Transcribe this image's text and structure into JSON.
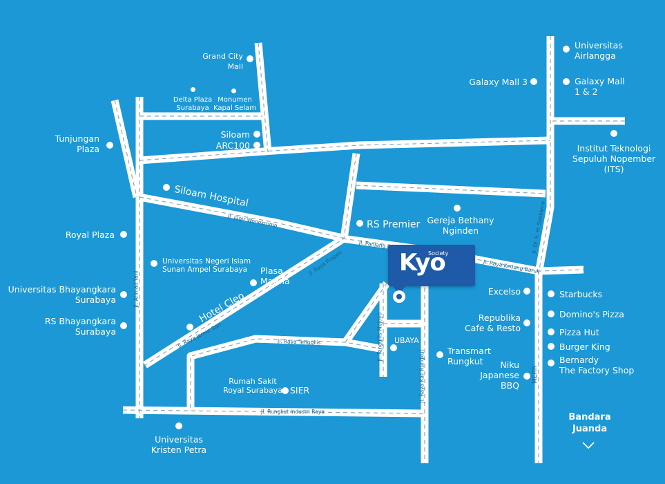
{
  "map_title": "",
  "brand": {
    "name": "Kyo",
    "tag": "Society",
    "color": "#1f5aa8"
  },
  "colors": {
    "background": "#1b98d5",
    "road": "#ffffff",
    "road_dash": "#9fb6c4"
  },
  "streets": {
    "jagir": "Jl. Jagir Wonokromo",
    "panjang": "Jl. Panjang Jiwo",
    "prapen": "Jl. Raya Prapen",
    "kedung": "Jl. Raya Kedung Baruk",
    "soekarno": "Jl. Dr. Ir. H. Soekarno",
    "ayani": "Jl. Ahmad Yani",
    "jemur": "Jl. Raya Jemur Sari",
    "tenggilis": "Jl. Raya Tenggilis",
    "tenggilis_mejoyo": "Jl. Tenggilis Mejoyo",
    "kali_rungkut": "Jl. Raya Kali Rungkut",
    "rungkut_industri": "Jl. Rungkut Industri Raya",
    "merr": "MERR"
  },
  "places": {
    "grand_city": "Grand City\nMall",
    "delta_plaza": "Delta Plaza\nSurabaya",
    "monumen": "Monumen\nKapal Selam",
    "siloam": "Siloam",
    "arc100": "ARC100",
    "tunjungan": "Tunjungan\nPlaza",
    "siloam_hospital": "Siloam Hospital",
    "royal_plaza": "Royal Plaza",
    "uinsa": "Universitas Negeri Islam\nSunan Ampel Surabaya",
    "plasa_marina": "Plasa\nMarina",
    "ubhara": "Universitas Bhayangkara\nSurabaya",
    "rs_bhayangkara": "RS Bhayangkara\nSurabaya",
    "hotel_cleo": "Hotel Cleo",
    "rs_premier": "RS Premier",
    "gereja": "Gereja Bethany\nNginden",
    "ubaya": "UBAYA",
    "rumah_sakit": "Rumah Sakit\nRoyal Surabaya",
    "sier": "SIER",
    "petra": "Universitas\nKristen Petra",
    "transmart": "Transmart\nRungkut",
    "unair": "Universitas\nAirlangga",
    "galaxy3": "Galaxy Mall 3",
    "galaxy12": "Galaxy Mall\n1 & 2",
    "its": "Institut Teknologi\nSepuluh Nopember\n(ITS)",
    "excelso": "Excelso",
    "starbucks": "Starbucks",
    "dominos": "Domino's Pizza",
    "republika": "Republika\nCafe & Resto",
    "pizza_hut": "Pizza Hut",
    "burger_king": "Burger King",
    "niku": "Niku\nJapanese\nBBQ",
    "bernardy": "Bernardy\nThe Factory Shop",
    "bandara": "Bandara\nJuanda"
  }
}
